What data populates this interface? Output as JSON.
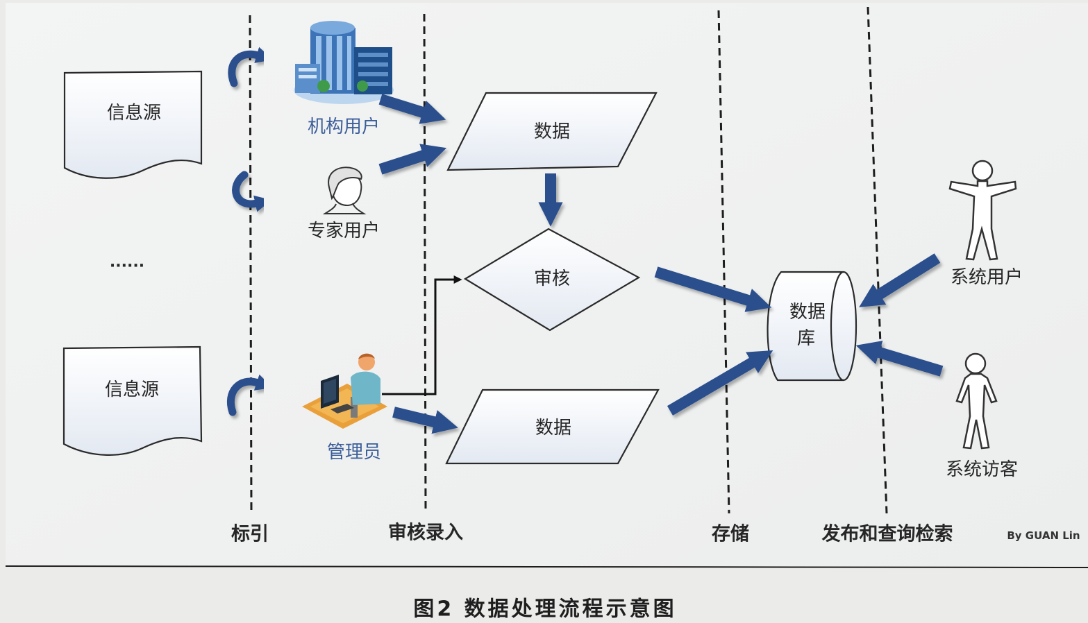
{
  "figure": {
    "caption": "图2 数据处理流程示意图",
    "credit": "By GUAN Lin"
  },
  "lanes": [
    "标引",
    "审核录入",
    "存储",
    "发布和查询检索"
  ],
  "sources": {
    "items": [
      "信息源",
      "信息源"
    ],
    "ellipsis": "......"
  },
  "actors": {
    "institution": "机构用户",
    "expert": "专家用户",
    "admin": "管理员"
  },
  "process": {
    "data_top": "数据",
    "review": "审核",
    "data_bottom": "数据"
  },
  "database": {
    "line1": "数据",
    "line2": "库"
  },
  "end_users": {
    "system_user": "系统用户",
    "system_visitor": "系统访客"
  },
  "colors": {
    "arrow": "#2c4f8c",
    "outline": "#2a2a2a",
    "actor_label": "#3b5e9a",
    "text": "#262626"
  }
}
